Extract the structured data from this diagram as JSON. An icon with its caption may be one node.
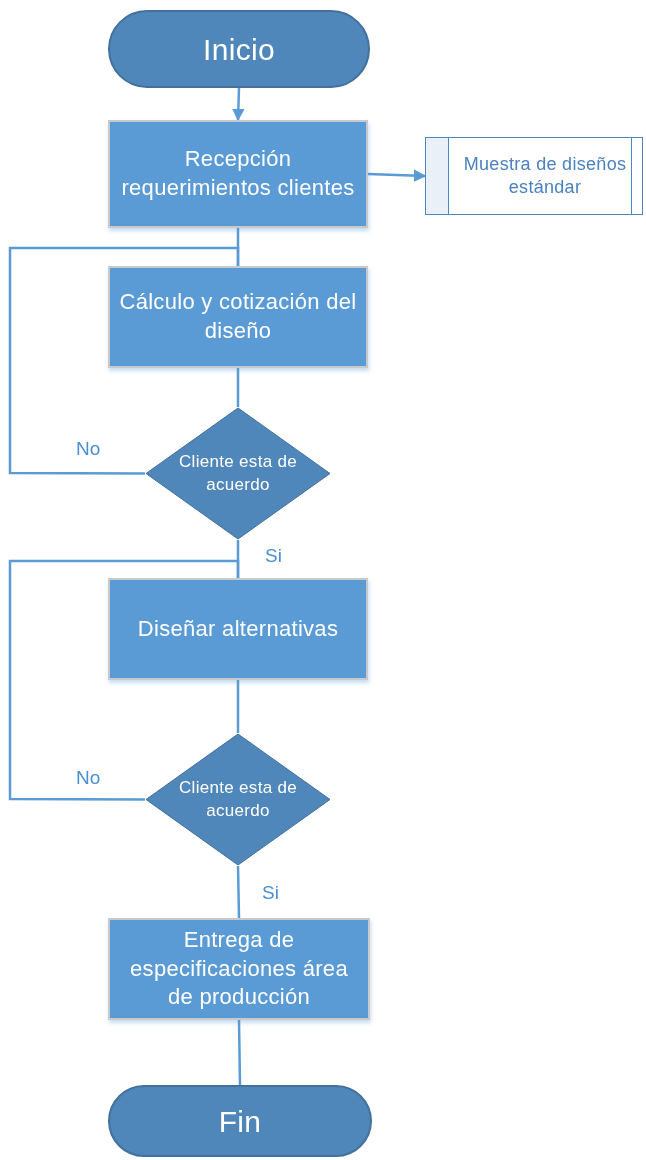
{
  "diagram": {
    "nodes": [
      {
        "text": [
          "Inicio"
        ]
      },
      {
        "text": [
          "Recepción requerimientos clientes"
        ]
      },
      {
        "text": [
          "Muestra de diseños estándar"
        ]
      },
      {
        "text": [
          "Cálculo y cotización del diseño"
        ]
      },
      {
        "text": [
          "Cliente esta de acuerdo"
        ]
      },
      {
        "text": [
          "Diseñar alternativas"
        ]
      },
      {
        "text": [
          "Cliente esta de acuerdo"
        ]
      },
      {
        "text": [
          "Entrega de especificaciones área de producción"
        ]
      },
      {
        "text": [
          "Fin"
        ]
      }
    ],
    "edges": [
      {
        "from": 0,
        "to": 1,
        "arrow": "to"
      },
      {
        "from": 1,
        "to": 2,
        "arrow": "to"
      },
      {
        "from": 1,
        "to": 3,
        "arrow": "none"
      },
      {
        "from": 3,
        "to": 4,
        "arrow": "none"
      },
      {
        "from": 4,
        "to": 3,
        "arrow": "none",
        "label": "No"
      },
      {
        "from": 4,
        "to": 5,
        "arrow": "none",
        "label": "Si"
      },
      {
        "from": 5,
        "to": 6,
        "arrow": "none"
      },
      {
        "from": 6,
        "to": 5,
        "arrow": "none",
        "label": "No"
      },
      {
        "from": 6,
        "to": 7,
        "arrow": "none",
        "label": "Si"
      },
      {
        "from": 7,
        "to": 8,
        "arrow": "none"
      }
    ]
  }
}
